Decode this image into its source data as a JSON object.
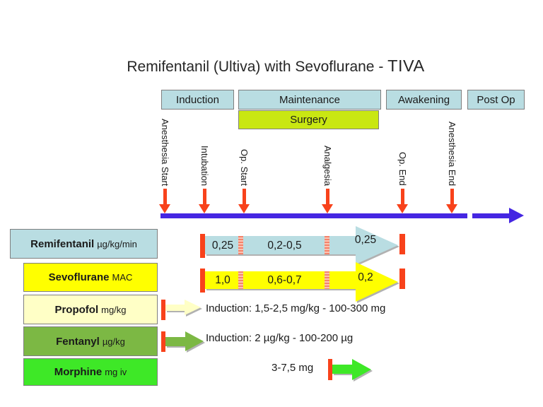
{
  "title": {
    "main": "Remifentanil (Ultiva) with Sevoflurane -",
    "emphasis": "TIVA"
  },
  "phases": {
    "induction": "Induction",
    "maintenance": "Maintenance",
    "awakening": "Awakening",
    "postop": "Post Op",
    "surgery": "Surgery"
  },
  "events": {
    "anesthesia_start": "Anesthesia Start",
    "intubation": "Intubation",
    "op_start": "Op. Start",
    "analgesia": "Analgesia",
    "op_end": "Op. End",
    "anesthesia_end": "Anesthesia End"
  },
  "drugs": {
    "remifentanil": {
      "name": "Remifentanil",
      "unit": "µg/kg/min",
      "dose_induction": "0,25",
      "dose_maintenance": "0,2-0,5",
      "dose_awakening": "0,25"
    },
    "sevoflurane": {
      "name": "Sevoflurane",
      "unit": "MAC",
      "dose_induction": "1,0",
      "dose_maintenance": "0,6-0,7",
      "dose_awakening": "0,2"
    },
    "propofol": {
      "name": "Propofol",
      "unit": "mg/kg",
      "note": "Induction: 1,5-2,5 mg/kg - 100-300 mg"
    },
    "fentanyl": {
      "name": "Fentanyl",
      "unit": "µg/kg",
      "note": "Induction: 2 µg/kg - 100-200 µg"
    },
    "morphine": {
      "name": "Morphine",
      "unit": "mg iv",
      "note": "3-7,5 mg"
    }
  },
  "colors": {
    "phase_fill": "#b9dde2",
    "surgery_fill": "#c9e712",
    "timeline": "#4526e2",
    "marker_red": "#f8421b",
    "remifentanil_fill": "#b9dde2",
    "sevoflurane_fill": "#ffff00",
    "propofol_fill": "#ffffc6",
    "fentanyl_fill": "#7cb844",
    "morphine_fill": "#3ee827"
  }
}
